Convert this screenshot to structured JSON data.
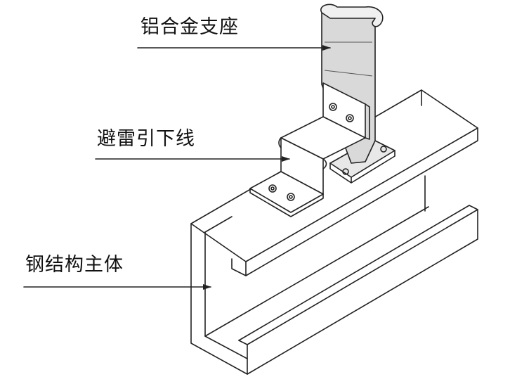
{
  "labels": {
    "support": "铝合金支座",
    "conductor": "避雷引下线",
    "main_body": "钢结构主体"
  },
  "colors": {
    "line": "#222222",
    "support_fill": "#d9d9d9",
    "background": "#ffffff"
  }
}
